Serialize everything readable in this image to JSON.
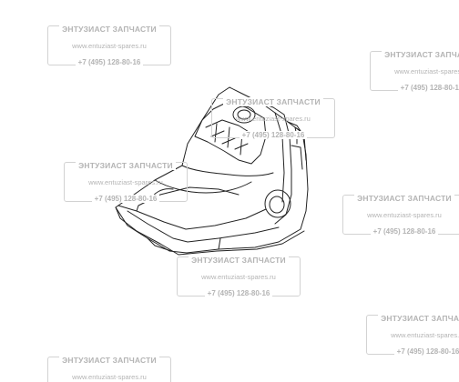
{
  "watermark": {
    "title": "ЭНТУЗИАСТ ЗАПЧАСТИ",
    "url": "www.entuziast-spares.ru",
    "phone": "+7 (495) 128-80-16"
  },
  "colors": {
    "watermark_text": "#b4b4b4",
    "watermark_frame": "#d2d2d2",
    "drawing_stroke": "#222222"
  },
  "drawing": {
    "subject": "vacuum-cleaner-body-line-drawing"
  }
}
